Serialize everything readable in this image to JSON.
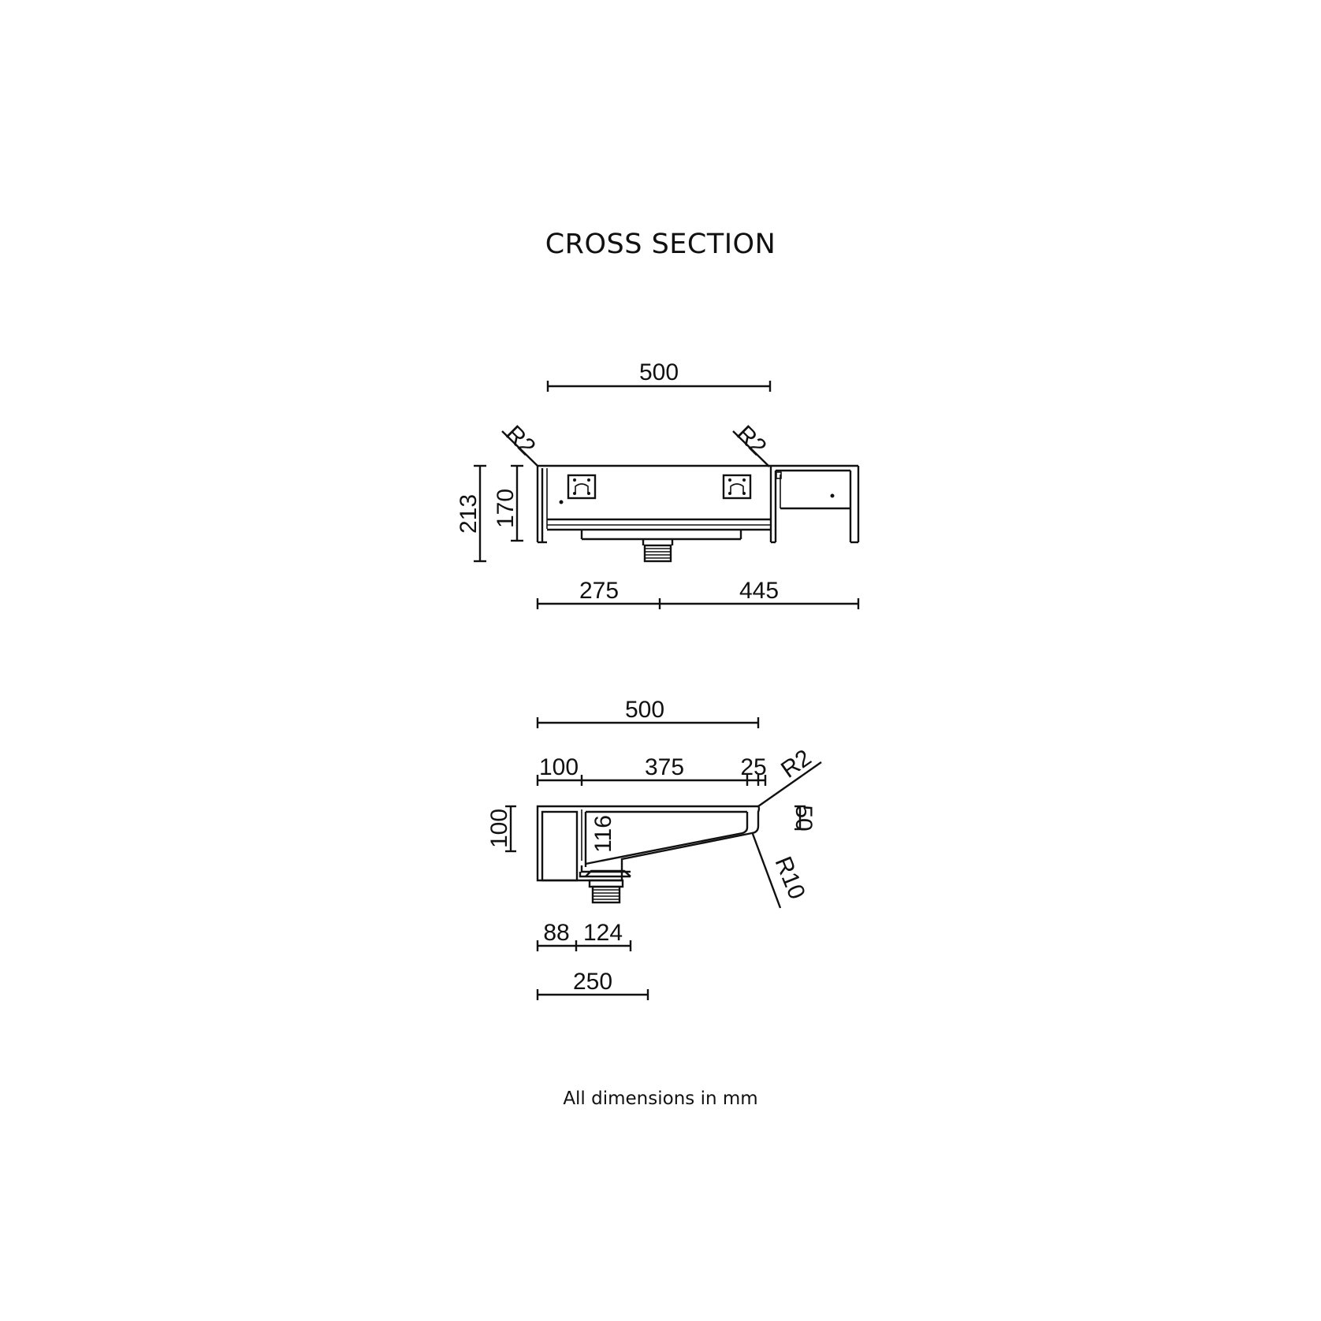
{
  "title": "CROSS SECTION",
  "note": "All dimensions in mm",
  "top_view": {
    "dim_width": "500",
    "radius_left": "R2",
    "radius_right": "R2",
    "dim_height_total": "213",
    "dim_height_inner": "170",
    "dim_bottom_left": "275",
    "dim_bottom_right": "445"
  },
  "side_view": {
    "dim_width": "500",
    "dim_seg_a": "100",
    "dim_seg_b": "375",
    "dim_seg_c": "25",
    "radius_top": "R2",
    "dim_right_height": "50",
    "radius_inner": "R10",
    "dim_left_height": "100",
    "dim_inner_height": "116",
    "dim_bottom_a": "88",
    "dim_bottom_b": "124",
    "dim_bottom_total": "250"
  }
}
